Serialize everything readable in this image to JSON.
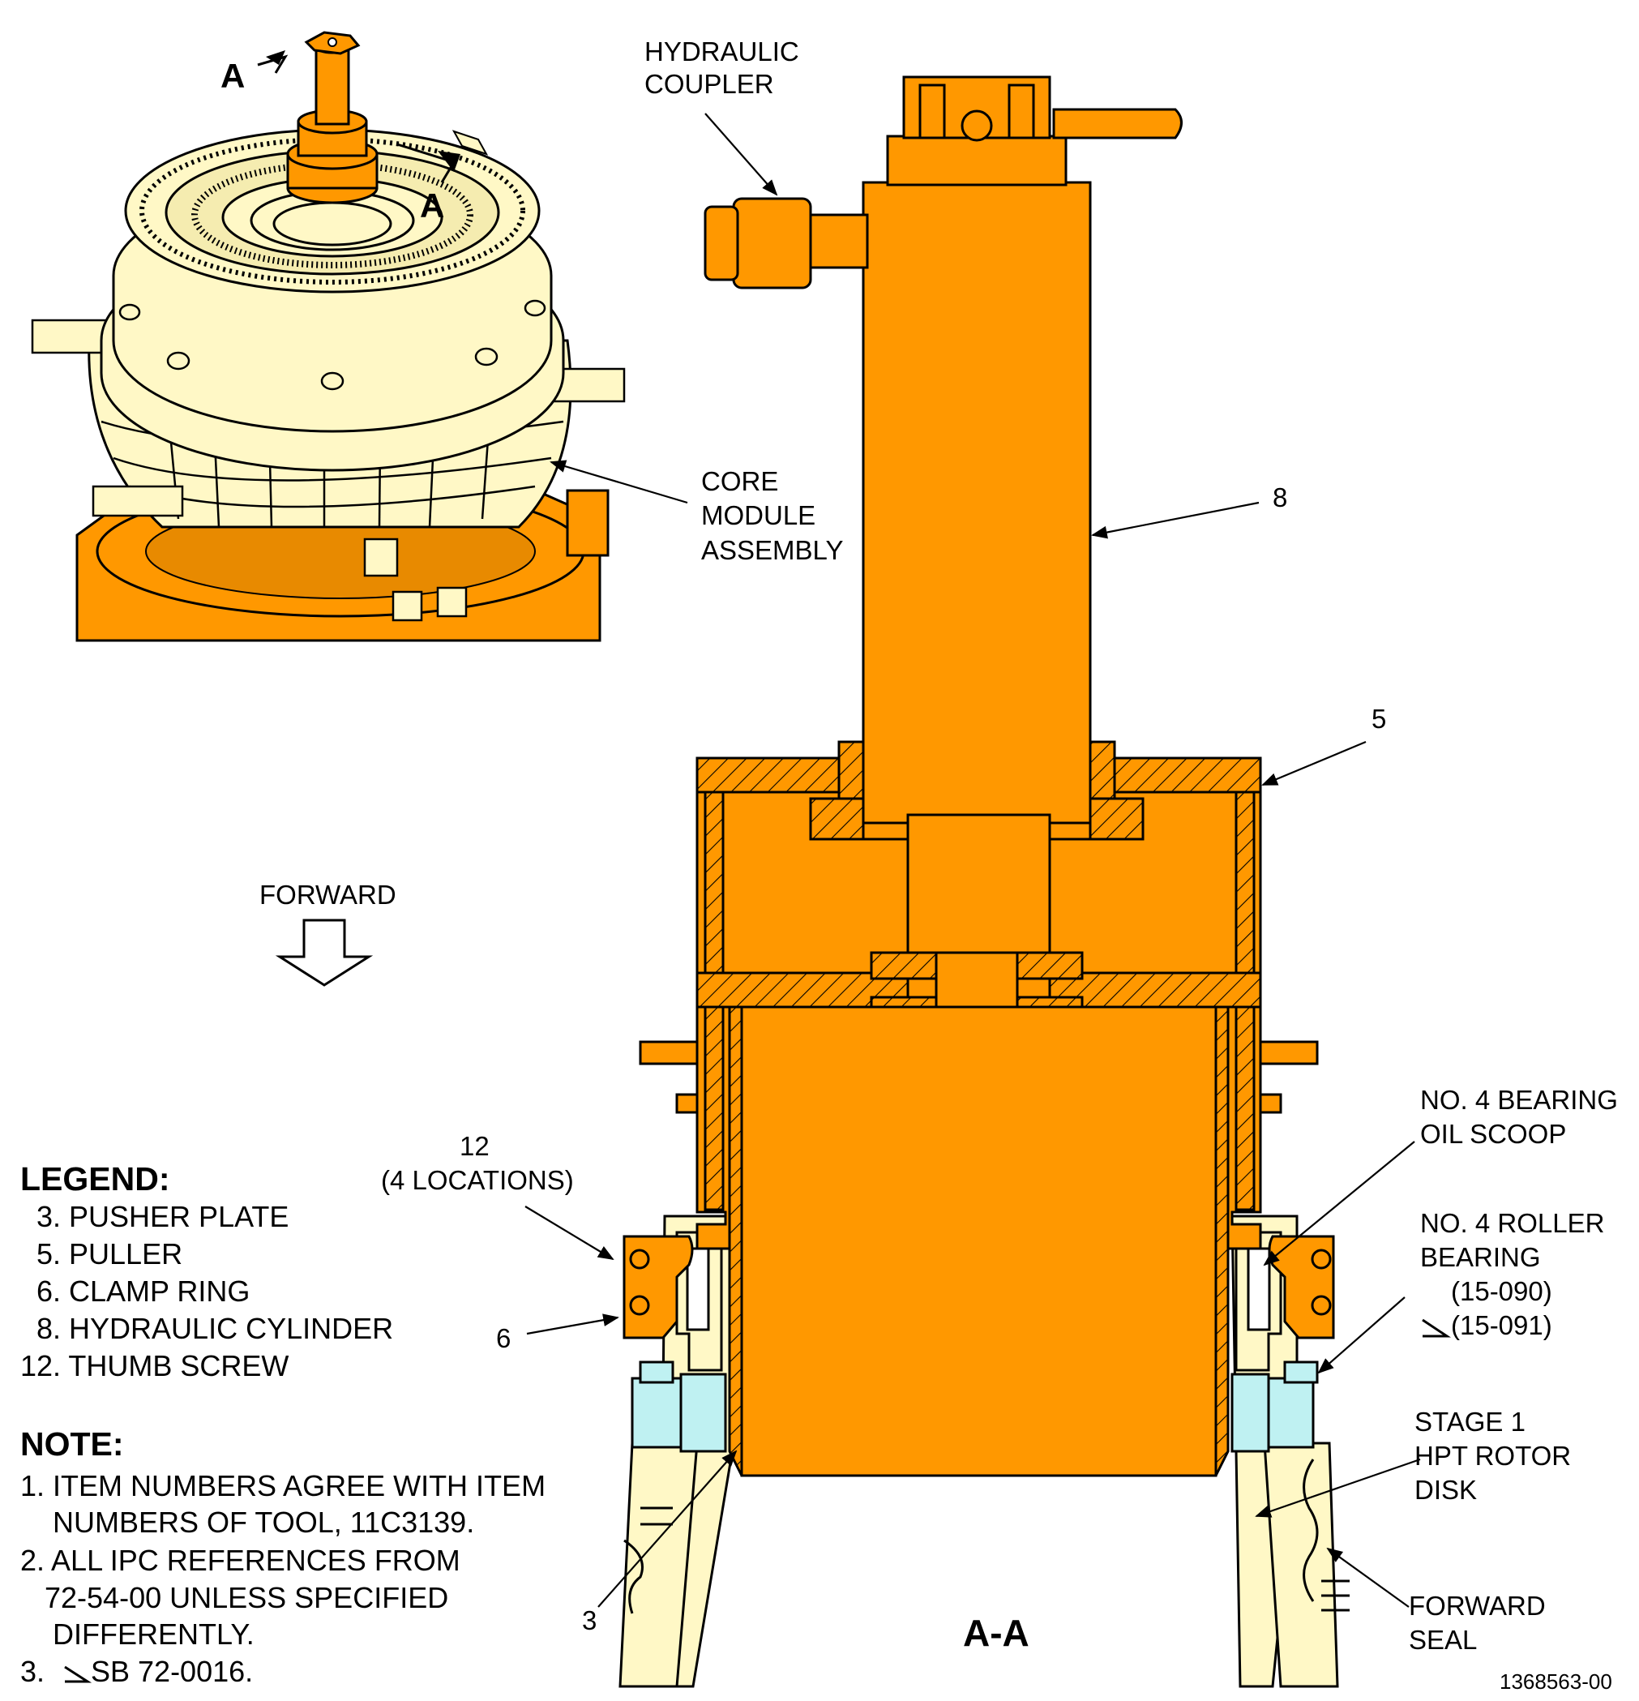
{
  "labels": {
    "hydraulic_coupler": [
      "HYDRAULIC",
      "COUPLER"
    ],
    "core_module": [
      "CORE",
      "MODULE",
      "ASSEMBLY"
    ],
    "forward": "FORWARD",
    "bearing_oil_scoop": [
      "NO. 4 BEARING",
      "OIL SCOOP"
    ],
    "roller_bearing": [
      "NO. 4 ROLLER",
      "BEARING",
      "(15-090)",
      "(15-091)"
    ],
    "stage1_disk": [
      "STAGE 1",
      "HPT ROTOR",
      "DISK"
    ],
    "forward_seal": [
      "FORWARD",
      "SEAL"
    ],
    "thumb_screw_callout": [
      "12",
      "(4 LOCATIONS)"
    ]
  },
  "callouts": {
    "item8": "8",
    "item5": "5",
    "item6": "6",
    "item3": "3"
  },
  "section_markers": {
    "top_a": "A",
    "right_a": "A",
    "view_title": "A-A"
  },
  "legend": {
    "title": "LEGEND:",
    "items": [
      "3. PUSHER PLATE",
      "5. PULLER",
      "6. CLAMP RING",
      "8. HYDRAULIC CYLINDER",
      "12. THUMB SCREW"
    ]
  },
  "notes": {
    "title": "NOTE:",
    "items": [
      [
        "1. ITEM NUMBERS AGREE WITH ITEM",
        "NUMBERS OF TOOL, 11C3139."
      ],
      [
        "2. ALL IPC REFERENCES FROM",
        "72-54-00 UNLESS SPECIFIED",
        "DIFFERENTLY."
      ],
      [
        "3.",
        "SB 72-0016."
      ]
    ]
  },
  "document_number": "1368563-00",
  "colors": {
    "tool_orange": "#FF9800",
    "engine_cream": "#FFF8C6",
    "bearing_cyan": "#BFF1F2",
    "line": "#000000"
  }
}
